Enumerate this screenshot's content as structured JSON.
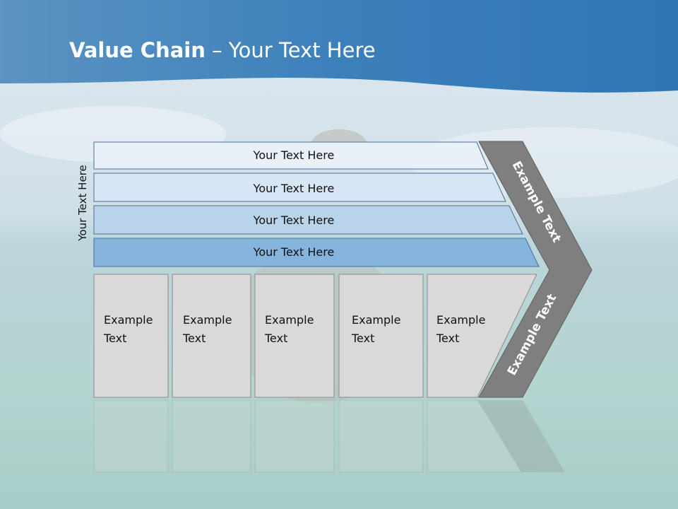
{
  "slide": {
    "title_bold": "Value Chain",
    "title_rest": " – Your Text Here",
    "side_label": "Your Text Here"
  },
  "bars": [
    {
      "label": "Your Text Here",
      "color": "#e8f0f8"
    },
    {
      "label": "Your Text Here",
      "color": "#d6e6f4"
    },
    {
      "label": "Your Text Here",
      "color": "#b9d4ea"
    },
    {
      "label": "Your Text Here",
      "color": "#85b4dc"
    }
  ],
  "boxes": [
    {
      "line1": "Example",
      "line2": "Text"
    },
    {
      "line1": "Example",
      "line2": "Text"
    },
    {
      "line1": "Example",
      "line2": "Text"
    },
    {
      "line1": "Example",
      "line2": "Text"
    },
    {
      "line1": "Example",
      "line2": "Text"
    }
  ],
  "chevron": {
    "upper_text": "Example Text",
    "lower_text": "Example Text",
    "color": "#7f7f7f"
  },
  "colors": {
    "header": "#3a7fb8",
    "box_fill": "#d9d9d9",
    "box_stroke": "#8a8a8a",
    "bar_stroke": "#4a6f92"
  }
}
